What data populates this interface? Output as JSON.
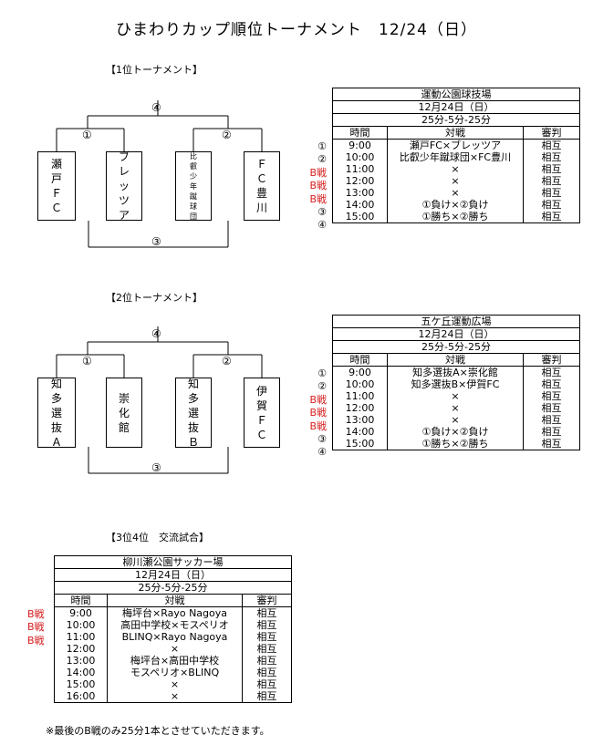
{
  "page_title": "ひまわりカップ順位トーナメント　12/24（日）",
  "sections": {
    "first": "【1位トーナメント】",
    "second": "【2位トーナメント】",
    "third": "【3位4位　交流試合】"
  },
  "bracket_labels": {
    "m1": "①",
    "m2": "②",
    "m3": "③",
    "m4": "④"
  },
  "bracket1": {
    "teams": [
      [
        "瀬",
        "戸",
        "Ｆ",
        "Ｃ"
      ],
      [
        "ブ",
        "レ",
        "ッ",
        "ツ",
        "ア"
      ],
      [
        "比",
        "叡",
        "少",
        "年",
        "蹴",
        "球",
        "団"
      ],
      [
        "Ｆ",
        "Ｃ",
        "豊",
        "川"
      ]
    ]
  },
  "bracket2": {
    "teams": [
      [
        "知",
        "多",
        "選",
        "抜",
        "Ａ"
      ],
      [
        "崇",
        "化",
        "館"
      ],
      [
        "知",
        "多",
        "選",
        "抜",
        "Ｂ"
      ],
      [
        "伊",
        "賀",
        "Ｆ",
        "Ｃ"
      ]
    ]
  },
  "schedule1": {
    "venue": "運動公園球技場",
    "date": "12月24日（日）",
    "format": "25分-5分-25分",
    "headers": [
      "時間",
      "対戦",
      "審判"
    ],
    "side_marks": [
      "①",
      "②",
      "B戦",
      "B戦",
      "B戦",
      "③",
      "④"
    ],
    "rows": [
      [
        "9:00",
        "瀬戸FC×ブレッツア",
        "相互"
      ],
      [
        "10:00",
        "比叡少年蹴球団×FC豊川",
        "相互"
      ],
      [
        "11:00",
        "×",
        "相互"
      ],
      [
        "12:00",
        "×",
        "相互"
      ],
      [
        "13:00",
        "×",
        "相互"
      ],
      [
        "14:00",
        "①負け×②負け",
        "相互"
      ],
      [
        "15:00",
        "①勝ち×②勝ち",
        "相互"
      ]
    ]
  },
  "schedule2": {
    "venue": "五ケ丘運動広場",
    "date": "12月24日（日）",
    "format": "25分-5分-25分",
    "headers": [
      "時間",
      "対戦",
      "審判"
    ],
    "side_marks": [
      "①",
      "②",
      "B戦",
      "B戦",
      "B戦",
      "③",
      "④"
    ],
    "rows": [
      [
        "9:00",
        "知多選抜A×崇化館",
        "相互"
      ],
      [
        "10:00",
        "知多選抜B×伊賀FC",
        "相互"
      ],
      [
        "11:00",
        "×",
        "相互"
      ],
      [
        "12:00",
        "×",
        "相互"
      ],
      [
        "13:00",
        "×",
        "相互"
      ],
      [
        "14:00",
        "①負け×②負け",
        "相互"
      ],
      [
        "15:00",
        "①勝ち×②勝ち",
        "相互"
      ]
    ]
  },
  "schedule3": {
    "venue": "柳川瀬公園サッカー場",
    "date": "12月24日（日）",
    "format": "25分-5分-25分",
    "headers": [
      "時間",
      "対戦",
      "審判"
    ],
    "side_marks": [
      "",
      "",
      "",
      "B戦",
      "",
      "",
      "B戦",
      "B戦"
    ],
    "rows": [
      [
        "9:00",
        "梅坪台×Rayo Nagoya",
        "相互"
      ],
      [
        "10:00",
        "高田中学校×モスペリオ",
        "相互"
      ],
      [
        "11:00",
        "BLINQ×Rayo Nagoya",
        "相互"
      ],
      [
        "12:00",
        "×",
        "相互"
      ],
      [
        "13:00",
        "梅坪台×高田中学校",
        "相互"
      ],
      [
        "14:00",
        "モスペリオ×BLINQ",
        "相互"
      ],
      [
        "15:00",
        "×",
        "相互"
      ],
      [
        "16:00",
        "×",
        "相互"
      ]
    ]
  },
  "footnote": "※最後のB戦のみ25分1本とさせていただきます。",
  "colors": {
    "b_match": "#d62020",
    "ink": "#000000"
  }
}
